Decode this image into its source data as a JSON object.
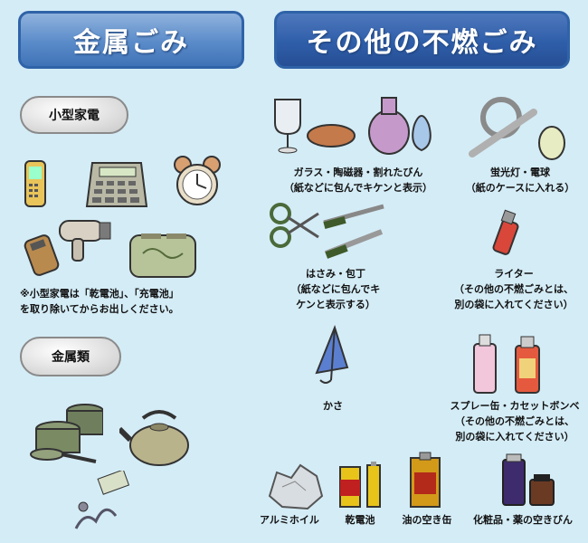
{
  "left_header": "金属ごみ",
  "right_header": "その他の不燃ごみ",
  "small_appliances": {
    "label": "小型家電",
    "note_line1": "※小型家電は「乾電池」、「充電池」",
    "note_line2": "を取り除いてからお出しください。"
  },
  "metals": {
    "label": "金属類"
  },
  "items": {
    "glass": {
      "line1": "ガラス・陶磁器・割れたびん",
      "line2": "（紙などに包んでキケンと表示）"
    },
    "fluorescent": {
      "line1": "蛍光灯・電球",
      "line2": "（紙のケースに入れる）"
    },
    "scissors": {
      "line1": "はさみ・包丁",
      "line2": "（紙などに包んでキ",
      "line3": "ケンと表示する）"
    },
    "lighter": {
      "line1": "ライター",
      "line2": "（その他の不燃ごみとは、",
      "line3": "別の袋に入れてください）"
    },
    "umbrella": {
      "line1": "かさ"
    },
    "spray": {
      "line1": "スプレー缶・カセットボンベ",
      "line2": "（その他の不燃ごみとは、",
      "line3": "別の袋に入れてください）"
    },
    "foil": {
      "line1": "アルミホイル"
    },
    "battery": {
      "line1": "乾電池"
    },
    "oil_can": {
      "line1": "油の空き缶"
    },
    "cosmetics": {
      "line1": "化粧品・薬の空きびん"
    }
  },
  "colors": {
    "header_blue": "#3f73b7",
    "background": "#d4ecf6"
  }
}
